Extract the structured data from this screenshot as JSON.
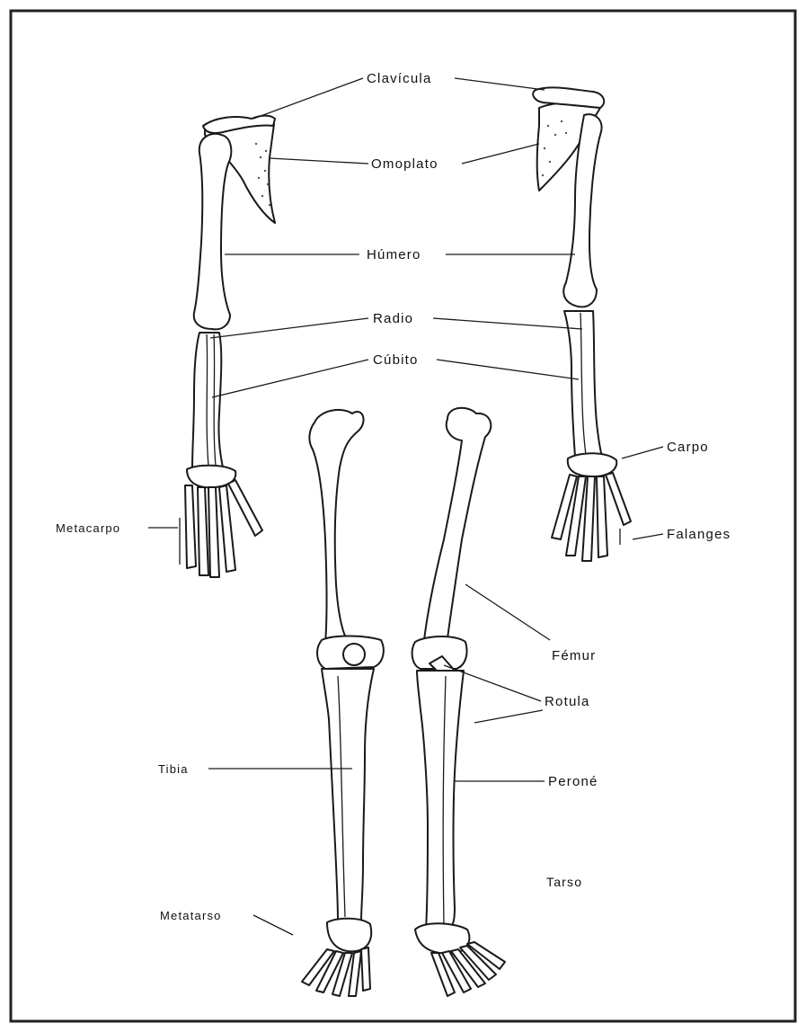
{
  "labels": {
    "clavicula": "Clavícula",
    "omoplato": "Omoplato",
    "humero": "Húmero",
    "radio": "Radio",
    "cubito": "Cúbito",
    "carpo": "Carpo",
    "metacarpo": "Metacarpo",
    "falanges": "Falanges",
    "femur": "Fémur",
    "rotula": "Rotula",
    "tibia": "Tibia",
    "perone": "Peroné",
    "tarso": "Tarso",
    "metatarso": "Metatarso"
  }
}
